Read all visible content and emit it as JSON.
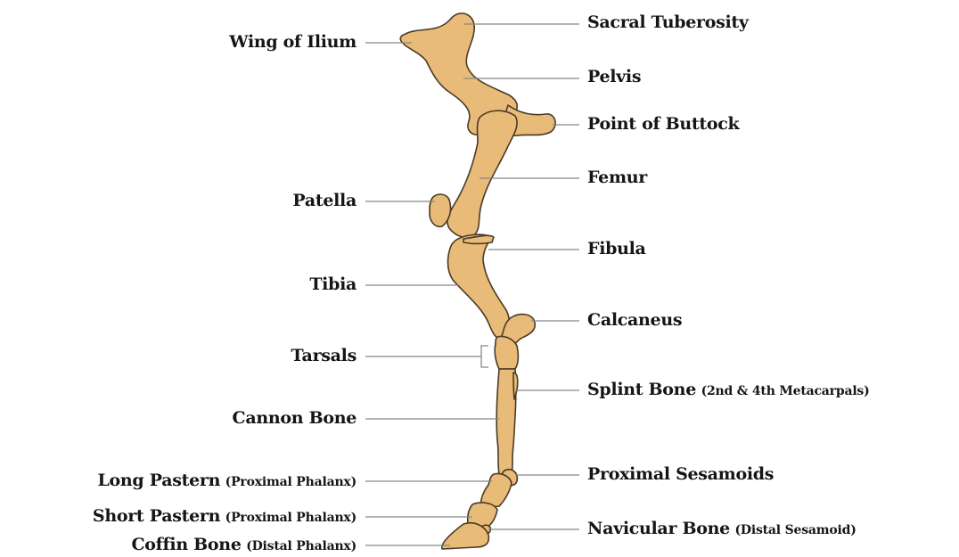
{
  "colors": {
    "bone": "#E8BB78",
    "outline": "#4a3a26",
    "leader_line": "#888888",
    "text": "#151515",
    "background": "#ffffff"
  },
  "labels": {
    "wing_of_ilium": {
      "main": "Wing of Ilium",
      "sub": ""
    },
    "sacral_tuberosity": {
      "main": "Sacral Tuberosity",
      "sub": ""
    },
    "pelvis": {
      "main": "Pelvis",
      "sub": ""
    },
    "point_of_buttock": {
      "main": "Point of Buttock",
      "sub": ""
    },
    "femur": {
      "main": "Femur",
      "sub": ""
    },
    "patella": {
      "main": "Patella",
      "sub": ""
    },
    "fibula": {
      "main": "Fibula",
      "sub": ""
    },
    "tibia": {
      "main": "Tibia",
      "sub": ""
    },
    "calcaneus": {
      "main": "Calcaneus",
      "sub": ""
    },
    "tarsals": {
      "main": "Tarsals",
      "sub": ""
    },
    "splint_bone": {
      "main": "Splint Bone",
      "sub": "(2nd & 4th Metacarpals)"
    },
    "cannon_bone": {
      "main": "Cannon Bone",
      "sub": ""
    },
    "long_pastern": {
      "main": "Long Pastern",
      "sub": "(Proximal Phalanx)"
    },
    "proximal_sesamoids": {
      "main": "Proximal Sesamoids",
      "sub": ""
    },
    "short_pastern": {
      "main": "Short Pastern",
      "sub": "(Proximal Phalanx)"
    },
    "navicular_bone": {
      "main": "Navicular Bone",
      "sub": "(Distal Sesamoid)"
    },
    "coffin_bone": {
      "main": "Coffin Bone",
      "sub": "(Distal Phalanx)"
    }
  }
}
